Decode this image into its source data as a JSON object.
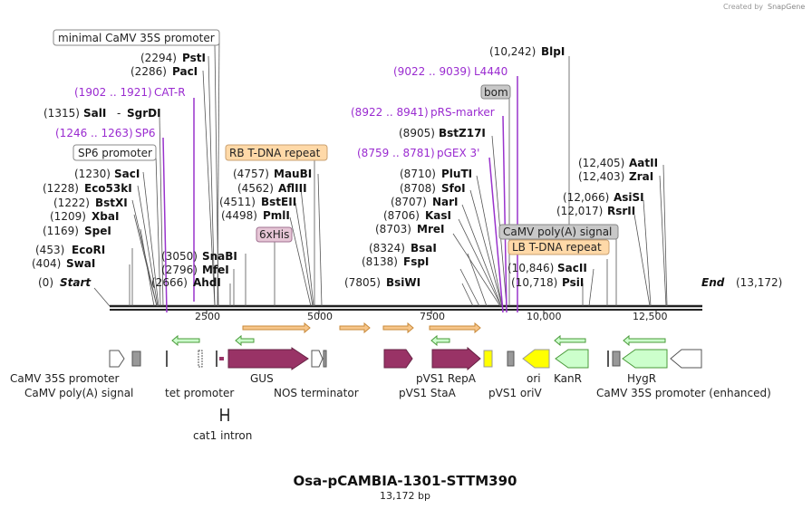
{
  "header": {
    "credit": "Created by",
    "brand": "SnapGene"
  },
  "title": "Osa-pCAMBIA-1301-STTM390",
  "subtitle": "13,172 bp",
  "ends": {
    "start_pos": "(0)",
    "start": "Start",
    "end": "End",
    "end_pos": "(13,172)"
  },
  "ticks": [
    "2500",
    "5000",
    "7500",
    "10,000",
    "12,500"
  ],
  "labels": {
    "minimal_35s": "minimal CaMV 35S promoter",
    "pst_pos": "(2294)",
    "pst": "PstI",
    "pac_pos": "(2286)",
    "pac": "PacI",
    "catr_pos": "(1902 .. 1921)",
    "catr": "CAT-R",
    "sal_pos": "(1315)",
    "sal": "SalI",
    "dash": "-",
    "sgrdi": "SgrDI",
    "sp6p_pos": "(1246 .. 1263)",
    "sp6p": "SP6",
    "sp6prom": "SP6 promoter",
    "sac_pos": "(1230)",
    "sac": "SacI",
    "eco53_pos": "(1228)",
    "eco53": "Eco53kI",
    "bstx_pos": "(1222)",
    "bstx": "BstXI",
    "xba_pos": "(1209)",
    "xba": "XbaI",
    "spe_pos": "(1169)",
    "spe": "SpeI",
    "ecori_pos": "(453)",
    "ecori": "EcoRI",
    "swa_pos": "(404)",
    "swa": "SwaI",
    "snabi_pos": "(3050)",
    "snabi": "SnaBI",
    "mfe_pos": "(2796)",
    "mfe": "MfeI",
    "ahd_pos": "(2666)",
    "ahd": "AhdI",
    "rbrep": "RB T-DNA repeat",
    "mau_pos": "(4757)",
    "mau": "MauBI",
    "afl_pos": "(4562)",
    "afl": "AflIII",
    "bsteii_pos": "(4511)",
    "bsteii": "BstEII",
    "pml_pos": "(4498)",
    "pml": "PmlI",
    "his": "6xHis",
    "blp_pos": "(10,242)",
    "blp": "BlpI",
    "l4440_pos": "(9022 .. 9039)",
    "l4440": "L4440",
    "bom": "bom",
    "prs_pos": "(8922 .. 8941)",
    "prs": "pRS-marker",
    "bstz_pos": "(8905)",
    "bstz": "BstZ17I",
    "pgex_pos": "(8759 .. 8781)",
    "pgex": "pGEX 3'",
    "plu_pos": "(8710)",
    "plu": "PluTI",
    "sfo_pos": "(8708)",
    "sfo": "SfoI",
    "nar_pos": "(8707)",
    "nar": "NarI",
    "kas_pos": "(8706)",
    "kas": "KasI",
    "mre_pos": "(8703)",
    "mre": "MreI",
    "bsa_pos": "(8324)",
    "bsa": "BsaI",
    "fsp_pos": "(8138)",
    "fsp": "FspI",
    "bsiwi_pos": "(7805)",
    "bsiwi": "BsiWI",
    "aat_pos": "(12,405)",
    "aat": "AatII",
    "zra_pos": "(12,403)",
    "zra": "ZraI",
    "asisi_pos": "(12,066)",
    "asisi": "AsiSI",
    "rsr_pos": "(12,017)",
    "rsr": "RsrII",
    "polya_box": "CaMV poly(A) signal",
    "lbrep": "LB T-DNA repeat",
    "sacii_pos": "(10,846)",
    "sacii": "SacII",
    "psi_pos": "(10,718)",
    "psi": "PsiI"
  },
  "features": {
    "camv35s": "CaMV 35S promoter",
    "polya": "CaMV poly(A) signal",
    "tet": "tet promoter",
    "gus": "GUS",
    "nos": "NOS terminator",
    "cat1": "cat1 intron",
    "staa": "pVS1 StaA",
    "repa": "pVS1 RepA",
    "oriv": "pVS1 oriV",
    "ori": "ori",
    "kanr": "KanR",
    "hygr": "HygR",
    "camv35se": "CaMV 35S promoter (enhanced)"
  },
  "colors": {
    "promoter": "#ffffff",
    "gene": "#993366",
    "marker": "#ccffcc",
    "origin": "#ffff00",
    "terminator": "#999999",
    "primer": "#9933cc",
    "repeat": "#ffd9a8"
  }
}
